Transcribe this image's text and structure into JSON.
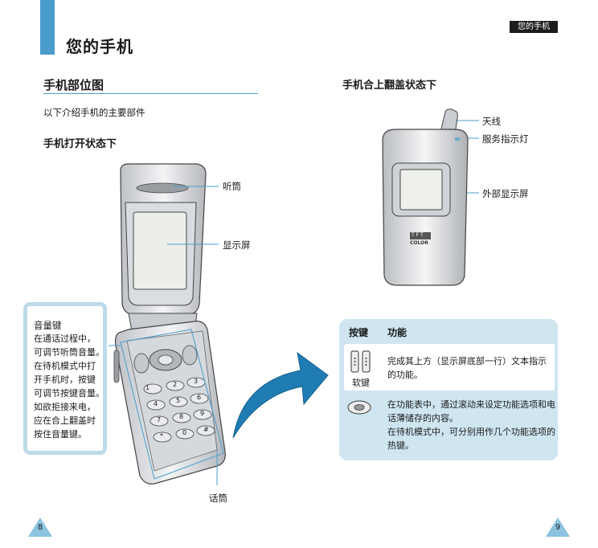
{
  "header": {
    "chapter_title": "您的手机",
    "tag": "您的手机"
  },
  "section": {
    "title": "手机部位图",
    "intro": "以下介绍手机的主要部件",
    "open_state_title": "手机打开状态下",
    "closed_state_title": "手机合上翻盖状态下"
  },
  "callouts_open": {
    "earpiece": "听筒",
    "display": "显示屏",
    "mic": "话筒"
  },
  "callouts_closed": {
    "antenna": "天线",
    "service_light": "服务指示灯",
    "external_display": "外部显示屏",
    "logo_line1": "TFT",
    "logo_line2": "COLOR"
  },
  "volume_box": {
    "title": "音量键",
    "lines": [
      "在通话过程中，",
      "可调节听筒音量。",
      "在待机模式中打",
      "开手机时，按键",
      "可调节按键音量。",
      "如欲拒接来电，",
      "应在合上翻盖时",
      "按住音量键。"
    ]
  },
  "key_table": {
    "col_key": "按键",
    "col_function": "功能",
    "softkey_label": "软键",
    "row1": [
      "完成其上方（显示屏底部一行）文本指示",
      "的功能。"
    ],
    "row2": [
      "在功能表中，通过滚动来设定功能选项和电",
      "话薄储存的内容。",
      "在待机模式中，可分别用作几个功能选项的",
      "热键。"
    ]
  },
  "keypad": [
    "1",
    "2",
    "3",
    "4",
    "5",
    "6",
    "7",
    "8",
    "9",
    "*",
    "0",
    "#"
  ],
  "pages": {
    "left": "8",
    "right": "9"
  },
  "colors": {
    "accent_blue": "#4a9ccc",
    "light_blue": "#cfe6f1",
    "arrow_blue": "#1f7db3"
  }
}
